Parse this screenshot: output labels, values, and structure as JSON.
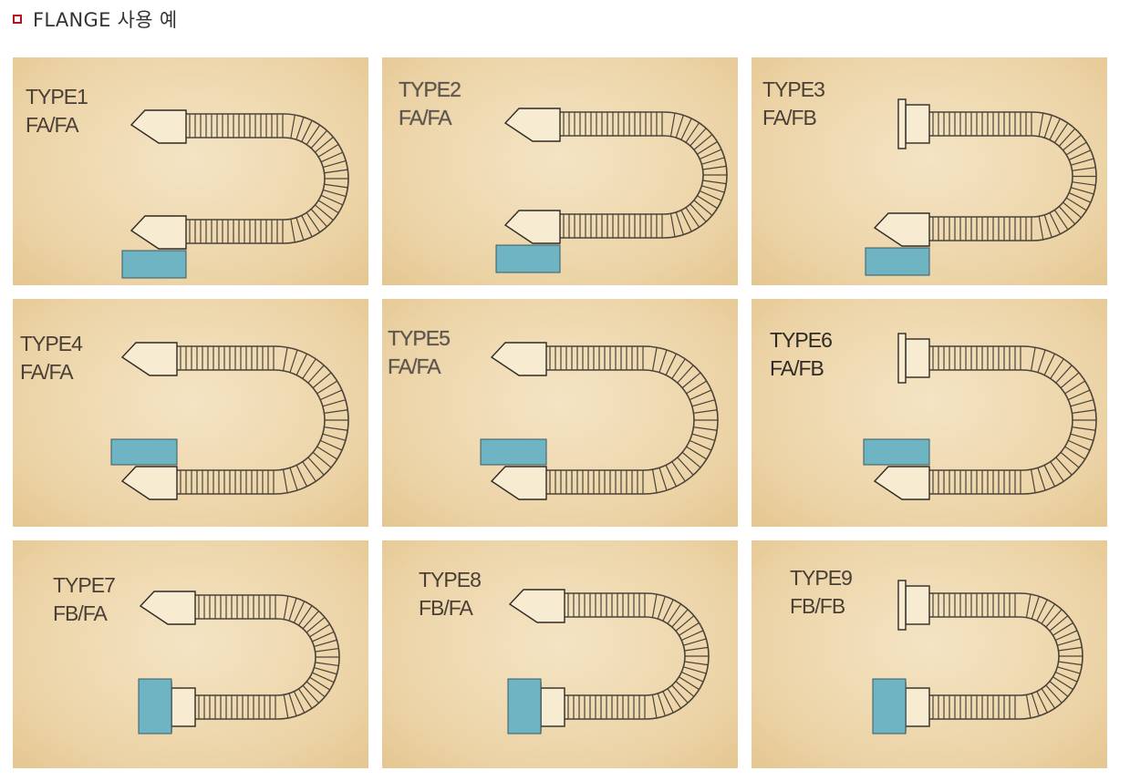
{
  "header": {
    "title": "FLANGE 사용 예",
    "bullet_color": "#b3121f"
  },
  "accent_block_color": "#6fb4c3",
  "panels": [
    {
      "type": "TYPE1",
      "flange": "FA/FA"
    },
    {
      "type": "TYPE2",
      "flange": "FA/FA"
    },
    {
      "type": "TYPE3",
      "flange": "FA/FB"
    },
    {
      "type": "TYPE4",
      "flange": "FA/FA"
    },
    {
      "type": "TYPE5",
      "flange": "FA/FA"
    },
    {
      "type": "TYPE6",
      "flange": "FA/FB"
    },
    {
      "type": "TYPE7",
      "flange": "FB/FA"
    },
    {
      "type": "TYPE8",
      "flange": "FB/FA"
    },
    {
      "type": "TYPE9",
      "flange": "FB/FB"
    }
  ]
}
